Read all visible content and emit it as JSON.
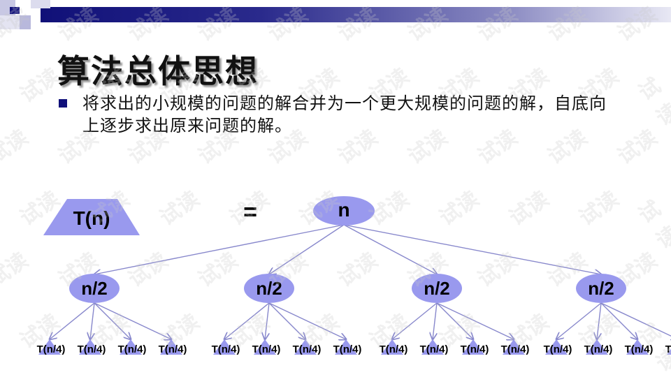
{
  "slide": {
    "title": "算法总体思想",
    "bullet_text": "将求出的小规模的问题的解合并为一个更大规模的问题的解，自底向上逐步求出原来问题的解。"
  },
  "diagram": {
    "lhs_label": "T(n)",
    "equals": "=",
    "root_label": "n",
    "mid_labels": [
      "n/2",
      "n/2",
      "n/2",
      "n/2"
    ],
    "leaf_label": "T(n/4)",
    "node_fill": "#9999ee",
    "edge_color": "#8888cc"
  },
  "watermark": "试读",
  "colors": {
    "accent": "#10107a"
  }
}
